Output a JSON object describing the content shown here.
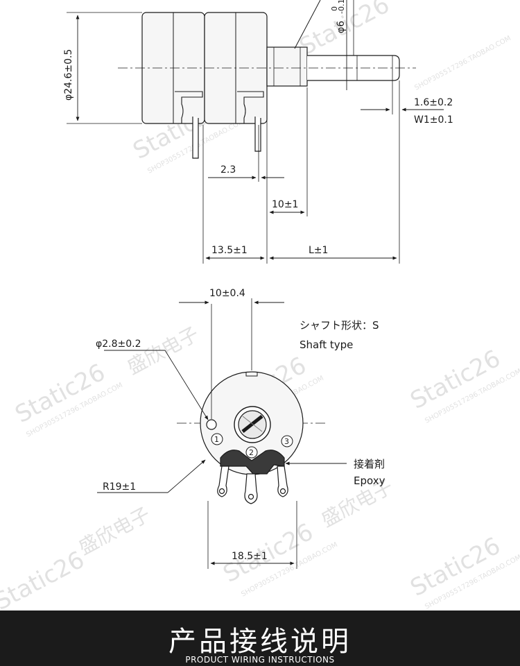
{
  "side_view": {
    "body_diameter": "φ24.6±0.5",
    "shaft_diameter": "φ6",
    "shaft_tolerance": "-0.1",
    "shaft_tolerance_upper": "0",
    "flat_depth": "1.6±0.2",
    "flat_width": "W1±0.1",
    "terminal_offset": "2.3",
    "bushing_length": "10±1",
    "body_length": "13.5±1",
    "shaft_length": "L±1"
  },
  "front_view": {
    "pitch_top": "10±0.4",
    "hole_diameter": "φ2.8±0.2",
    "radius": "R19±1",
    "terminal_span": "18.5±1",
    "shaft_type_jp": "シャフト形状：S",
    "shaft_type_en": "Shaft type",
    "adhesive_jp": "接着剤",
    "adhesive_en": "Epoxy",
    "pin_labels": [
      "1",
      "2",
      "3"
    ]
  },
  "watermark": {
    "main": "Static26",
    "brand_cn": "盛欣电子",
    "shop": "SHOP305517296.TAOBAO.COM"
  },
  "banner": {
    "title": "产品接线说明",
    "subtitle": "PRODUCT WIRING INSTRUCTIONS"
  },
  "colors": {
    "line": "#1a1a1a",
    "body_fill": "#f6f6f6",
    "banner_bg": "#1b1b1b",
    "banner_text": "#ffffff",
    "watermark": "#c9c9c9"
  }
}
